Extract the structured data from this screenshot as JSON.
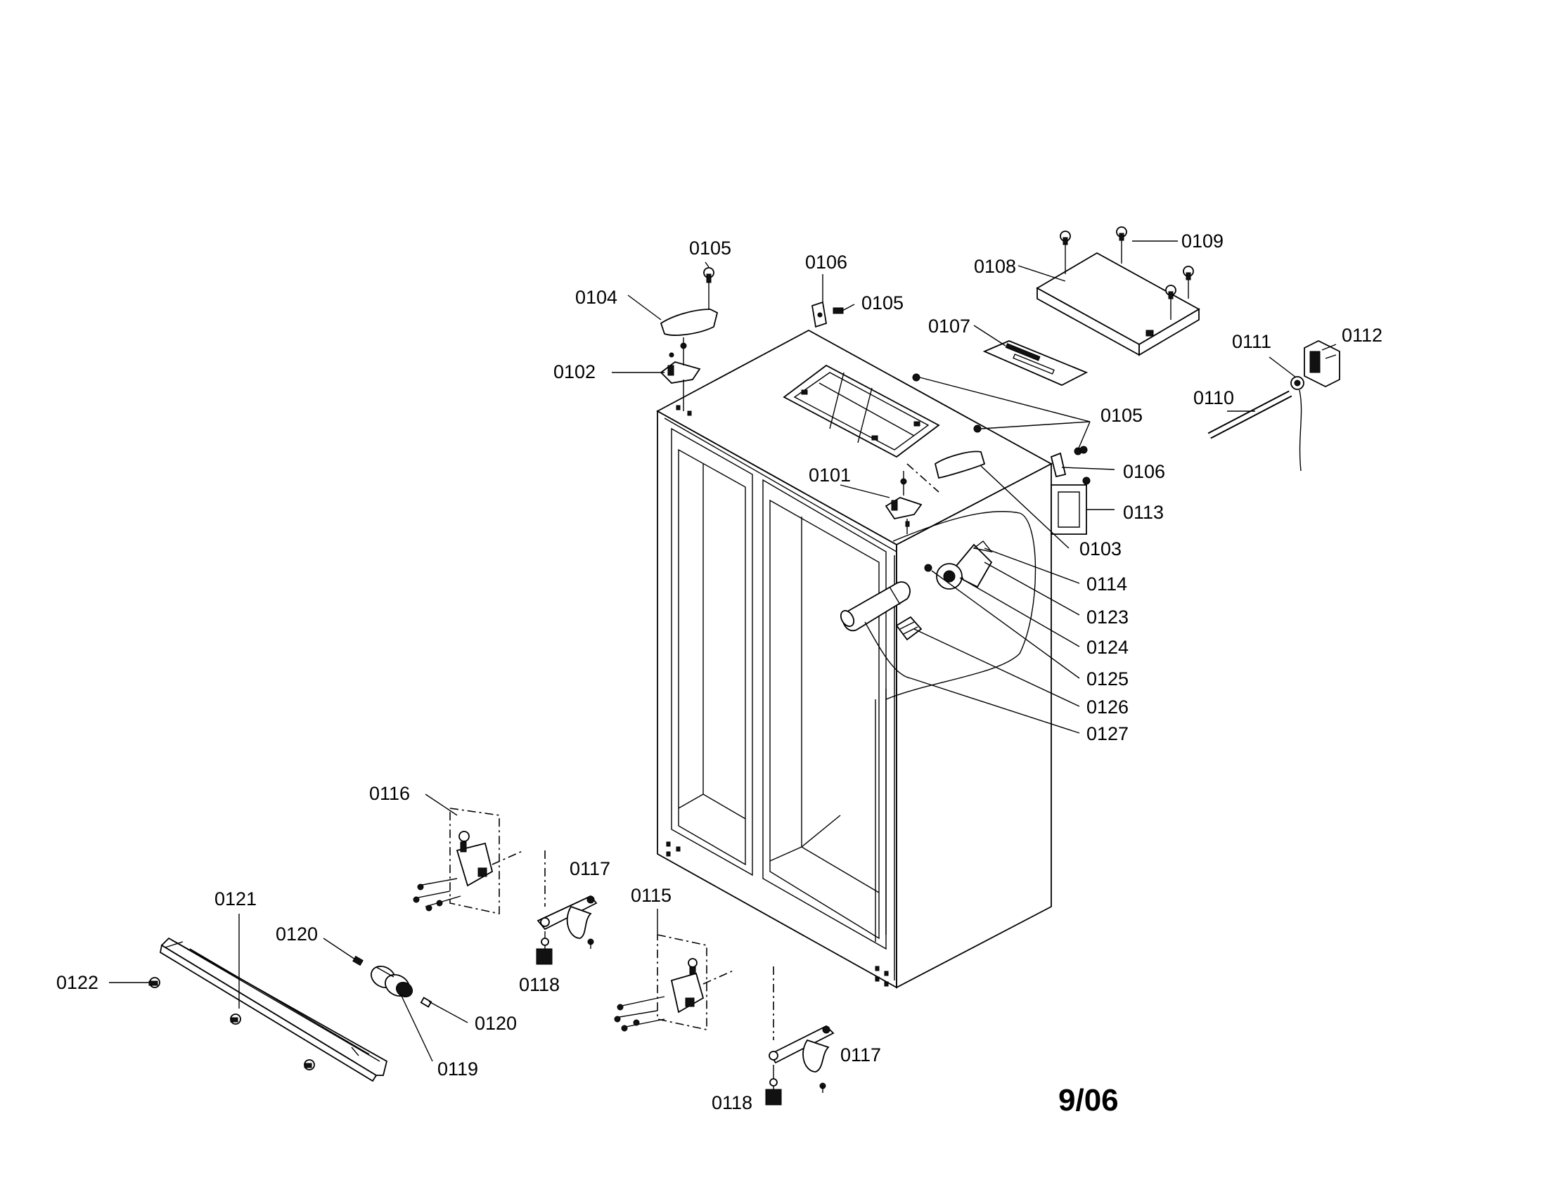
{
  "part_labels": [
    {
      "id": "0101",
      "text": "0101"
    },
    {
      "id": "0102",
      "text": "0102"
    },
    {
      "id": "0103",
      "text": "0103"
    },
    {
      "id": "0104",
      "text": "0104"
    },
    {
      "id": "0105a",
      "text": "0105"
    },
    {
      "id": "0105b",
      "text": "0105"
    },
    {
      "id": "0105c",
      "text": "0105"
    },
    {
      "id": "0106a",
      "text": "0106"
    },
    {
      "id": "0106b",
      "text": "0106"
    },
    {
      "id": "0107",
      "text": "0107"
    },
    {
      "id": "0108",
      "text": "0108"
    },
    {
      "id": "0109",
      "text": "0109"
    },
    {
      "id": "0110",
      "text": "0110"
    },
    {
      "id": "0111",
      "text": "0111"
    },
    {
      "id": "0112",
      "text": "0112"
    },
    {
      "id": "0113",
      "text": "0113"
    },
    {
      "id": "0114",
      "text": "0114"
    },
    {
      "id": "0115",
      "text": "0115"
    },
    {
      "id": "0116",
      "text": "0116"
    },
    {
      "id": "0117a",
      "text": "0117"
    },
    {
      "id": "0117b",
      "text": "0117"
    },
    {
      "id": "0118a",
      "text": "0118"
    },
    {
      "id": "0118b",
      "text": "0118"
    },
    {
      "id": "0119",
      "text": "0119"
    },
    {
      "id": "0120a",
      "text": "0120"
    },
    {
      "id": "0120b",
      "text": "0120"
    },
    {
      "id": "0121",
      "text": "0121"
    },
    {
      "id": "0122",
      "text": "0122"
    },
    {
      "id": "0123",
      "text": "0123"
    },
    {
      "id": "0124",
      "text": "0124"
    },
    {
      "id": "0125",
      "text": "0125"
    },
    {
      "id": "0126",
      "text": "0126"
    },
    {
      "id": "0127",
      "text": "0127"
    }
  ],
  "date_code": "9/06"
}
